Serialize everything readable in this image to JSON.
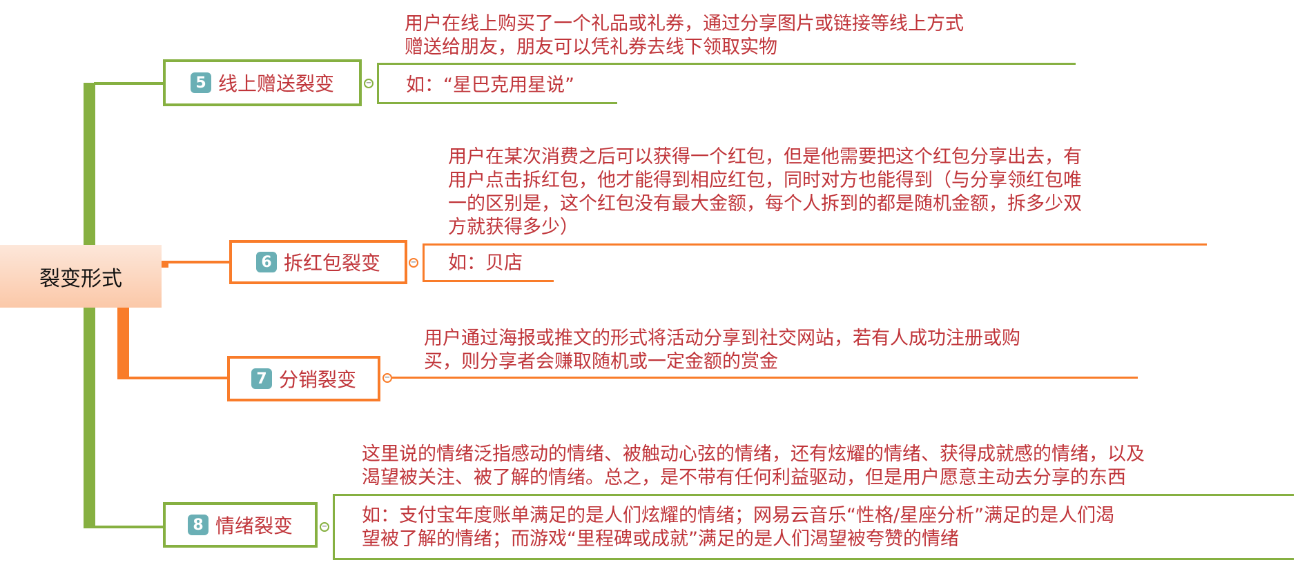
{
  "root": {
    "label": "裂变形式"
  },
  "colors": {
    "green": "#86b041",
    "orange": "#f97c2a",
    "text": "#c0353a",
    "badge": "#6aafb5"
  },
  "branches": [
    {
      "number": "5",
      "label": "线上赠送裂变",
      "description": [
        "用户在线上购买了一个礼品或礼券，通过分享图片或链接等线上方式",
        "赠送给朋友，朋友可以凭礼券去线下领取实物"
      ],
      "example": [
        "如：“星巴克用星说”"
      ]
    },
    {
      "number": "6",
      "label": "拆红包裂变",
      "description": [
        "用户在某次消费之后可以获得一个红包，但是他需要把这个红包分享出去，有",
        "用户点击拆红包，他才能得到相应红包，同时对方也能得到（与分享领红包唯",
        "一的区别是，这个红包没有最大金额，每个人拆到的都是随机金额，拆多少双",
        "方就获得多少）"
      ],
      "example": [
        "如：贝店"
      ]
    },
    {
      "number": "7",
      "label": "分销裂变",
      "description": [
        "用户通过海报或推文的形式将活动分享到社交网站，若有人成功注册或购",
        "买，则分享者会赚取随机或一定金额的赏金"
      ]
    },
    {
      "number": "8",
      "label": "情绪裂变",
      "description": [
        "这里说的情绪泛指感动的情绪、被触动心弦的情绪，还有炫耀的情绪、获得成就感的情绪，以及",
        "渴望被关注、被了解的情绪。总之，是不带有任何利益驱动，但是用户愿意主动去分享的东西"
      ],
      "example": [
        "如：支付宝年度账单满足的是人们炫耀的情绪；网易云音乐“性格/星座分析”满足的是人们渴",
        "望被了解的情绪；而游戏“里程碑或成就”满足的是人们渴望被夸赞的情绪"
      ]
    }
  ]
}
